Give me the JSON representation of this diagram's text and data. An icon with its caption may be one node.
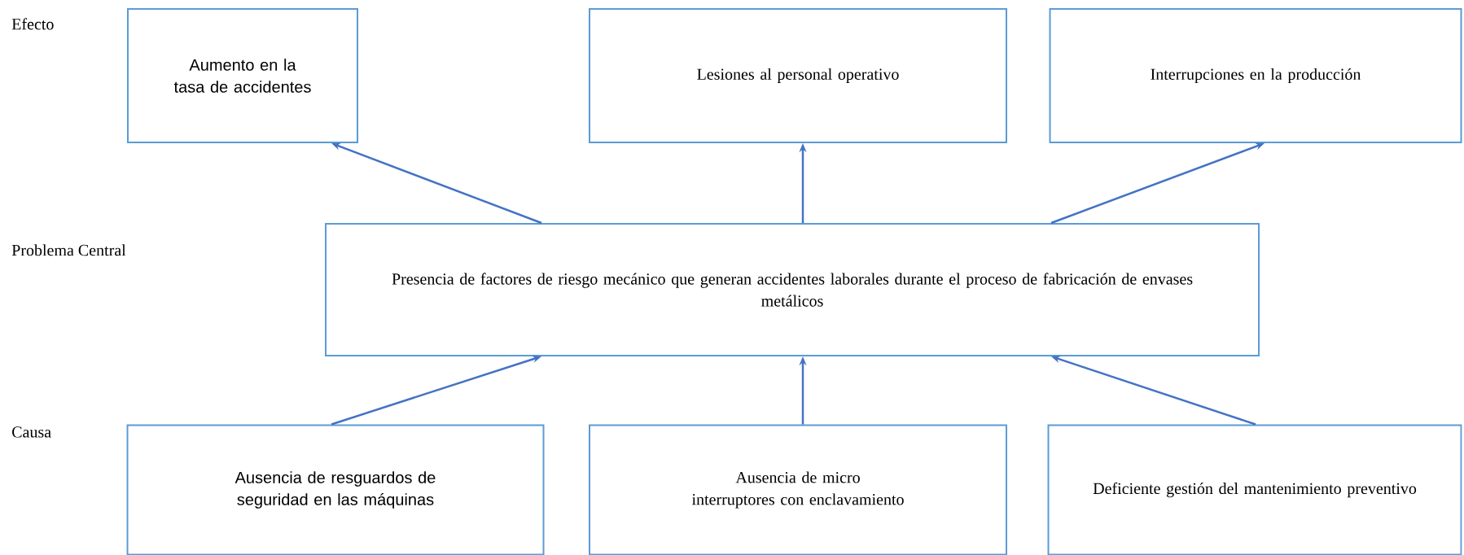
{
  "diagram": {
    "nodes": [
      {
        "text": [
          "Aumento en la tasa de accidentes"
        ]
      },
      {
        "text": [
          "Lesiones al personal operativo"
        ]
      },
      {
        "text": [
          "Interrupciones en la producción"
        ]
      },
      {
        "text": [
          "Presencia de factores de riesgo mecánico que generan accidentes laborales durante el proceso de fabricación de envases metálicos"
        ]
      },
      {
        "text": [
          "Ausencia de resguardos de seguridad en las máquinas"
        ]
      },
      {
        "text": [
          "Ausencia de micro interruptores con enclavamiento"
        ]
      },
      {
        "text": [
          "Deficiente gestión del mantenimiento preventivo"
        ]
      }
    ],
    "edges": [
      {
        "from": 3,
        "to": 0,
        "arrow": "to"
      },
      {
        "from": 3,
        "to": 1,
        "arrow": "to"
      },
      {
        "from": 3,
        "to": 2,
        "arrow": "to"
      },
      {
        "from": 4,
        "to": 3,
        "arrow": "to"
      },
      {
        "from": 5,
        "to": 3,
        "arrow": "to"
      },
      {
        "from": 6,
        "to": 3,
        "arrow": "to"
      }
    ],
    "labels": [
      "Efecto",
      "Problema Central",
      "Causa"
    ]
  }
}
